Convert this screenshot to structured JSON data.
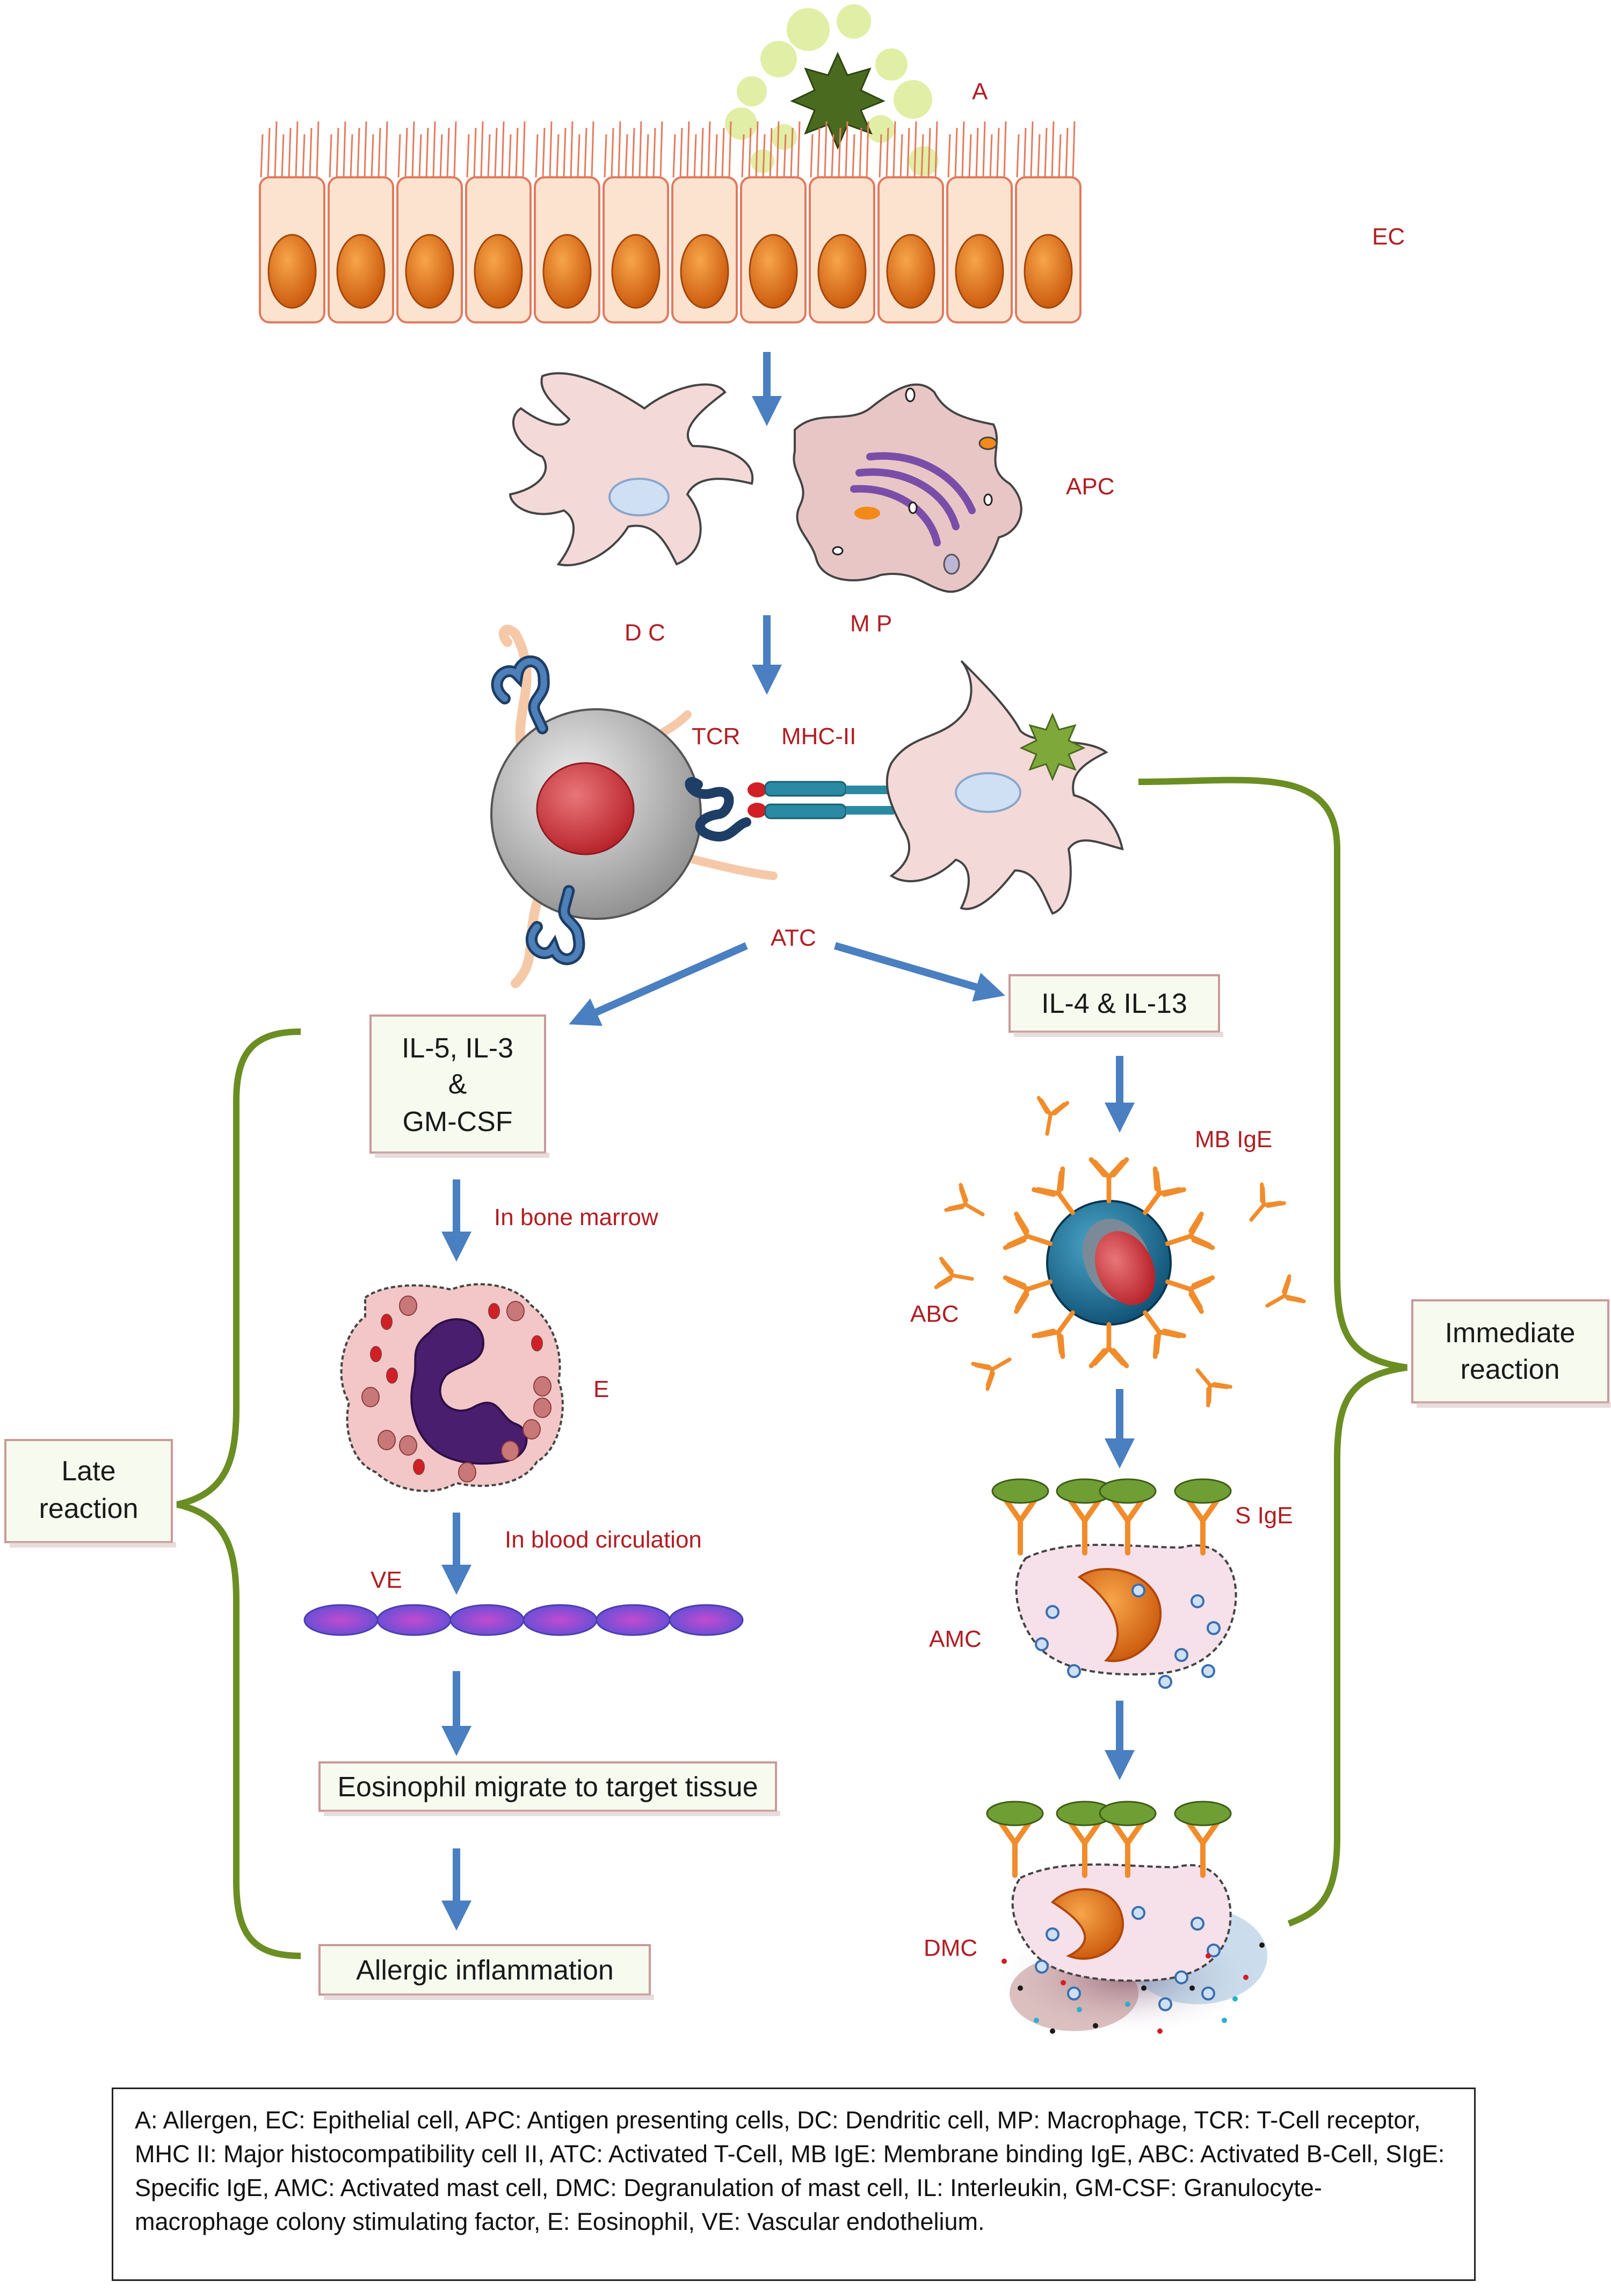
{
  "labels": {
    "allergen": "A",
    "epithelial": "EC",
    "apc": "APC",
    "dc": "D C",
    "mp": "M P",
    "tcr": "TCR",
    "mhc": "MHC-II",
    "atc": "ATC",
    "mbige": "MB IgE",
    "abc": "ABC",
    "sige": "S IgE",
    "amc": "AMC",
    "dmc": "DMC",
    "eosinophil": "E",
    "ve": "VE",
    "bone_marrow": "In bone marrow",
    "blood_circulation": "In blood circulation"
  },
  "boxes": {
    "il5_line1": "IL-5, IL-3",
    "il5_line2": "&",
    "il5_line3": "GM-CSF",
    "il4": "IL-4 & IL-13",
    "eos_migrate": "Eosinophil migrate to target tissue",
    "allergic": "Allergic inflammation",
    "late_line1": "Late",
    "late_line2": "reaction",
    "immediate_line1": "Immediate",
    "immediate_line2": "reaction"
  },
  "legend": "A: Allergen, EC: Epithelial cell, APC: Antigen presenting cells, DC: Dendritic cell, MP: Macrophage, TCR: T-Cell receptor, MHC II: Major histocompatibility cell II, ATC: Activated T-Cell, MB IgE: Membrane binding IgE, ABC: Activated B-Cell, SIgE: Specific IgE, AMC: Activated mast cell, DMC: Degranulation of mast cell, IL: Interleukin, GM-CSF: Granulocyte-macrophage colony stimulating factor, E: Eosinophil, VE: Vascular endothelium.",
  "colors": {
    "label_red": "#b01e23",
    "arrow_blue": "#4a7fc1",
    "bracket_green": "#6b8e23",
    "box_border": "#c99a9a",
    "box_fill": "#f7fbef"
  }
}
